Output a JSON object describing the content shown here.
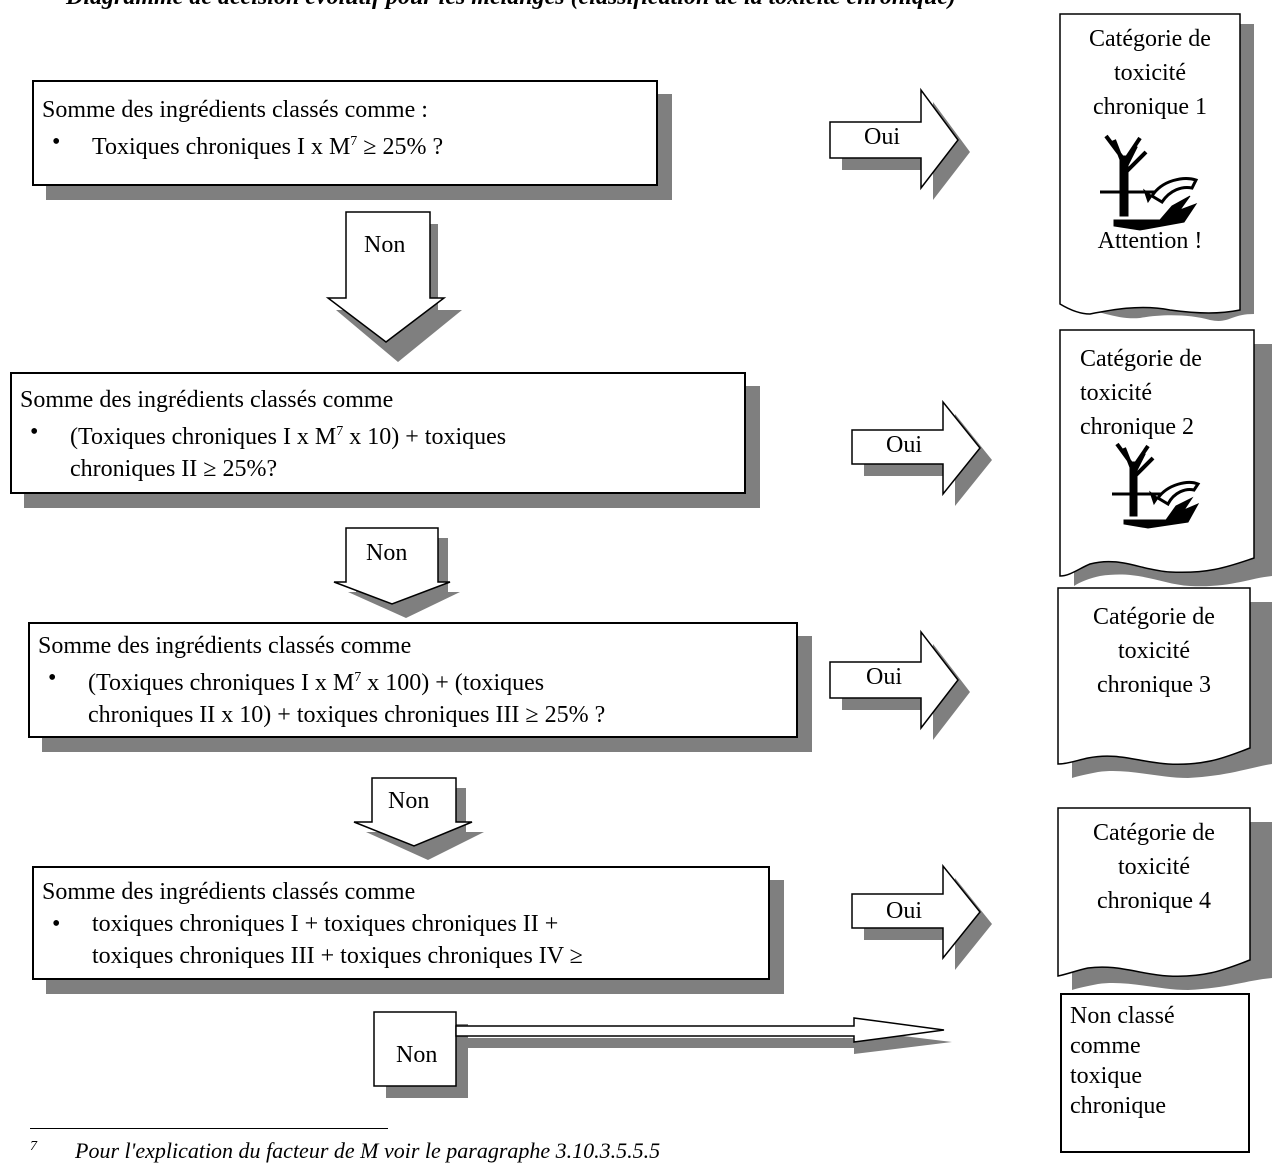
{
  "header": {
    "title": "Diagramme de décision évolutif pour les mélanges (classification de la toxicité chronique)"
  },
  "questions": [
    {
      "lead": "Somme des ingrédients classés comme :",
      "bullet": "•",
      "text_before_sup": "Toxiques chroniques I x M",
      "sup": "7",
      "text_after_sup": " ≥ 25% ?",
      "line2": ""
    },
    {
      "lead": "Somme des ingrédients classés comme",
      "bullet": "•",
      "text_before_sup": "(Toxiques chroniques I x M",
      "sup": "7",
      "text_after_sup": " x 10) + toxiques",
      "line2": "chroniques II ≥ 25%?"
    },
    {
      "lead": "Somme des ingrédients classés comme",
      "bullet": "•",
      "text_before_sup": "(Toxiques chroniques I x M",
      "sup": "7",
      "text_after_sup": " x 100) + (toxiques",
      "line2": "chroniques II x 10) + toxiques chroniques III ≥ 25% ?"
    },
    {
      "lead": "Somme des ingrédients classés comme",
      "bullet": "•",
      "text_before_sup": "toxiques chroniques I + toxiques chroniques II +",
      "sup": "",
      "text_after_sup": "",
      "line2": "toxiques chroniques III + toxiques chroniques IV ≥"
    }
  ],
  "arrows": {
    "yes_label": "Oui",
    "no_label": "Non"
  },
  "results": [
    {
      "line1": "Catégorie de",
      "line2": "toxicité",
      "line3": "chronique 1",
      "signal_word": "Attention !",
      "pictogram": "environment-hazard-icon"
    },
    {
      "line1": "Catégorie de",
      "line2": "toxicité",
      "line3": "chronique 2",
      "signal_word": "",
      "pictogram": "environment-hazard-icon"
    },
    {
      "line1": "Catégorie de",
      "line2": "toxicité",
      "line3": "chronique 3",
      "signal_word": "",
      "pictogram": ""
    },
    {
      "line1": "Catégorie de",
      "line2": "toxicité",
      "line3": "chronique 4",
      "signal_word": "",
      "pictogram": ""
    }
  ],
  "not_classified": {
    "line1": "Non classé",
    "line2": "comme",
    "line3": "toxique",
    "line4": "chronique"
  },
  "footnote": {
    "marker": "7",
    "text": "Pour l'explication du facteur de M voir le paragraphe 3.10.3.5.5.5"
  },
  "colors": {
    "shadow": "#7f7f7f",
    "line": "#000000",
    "fill": "#ffffff"
  }
}
